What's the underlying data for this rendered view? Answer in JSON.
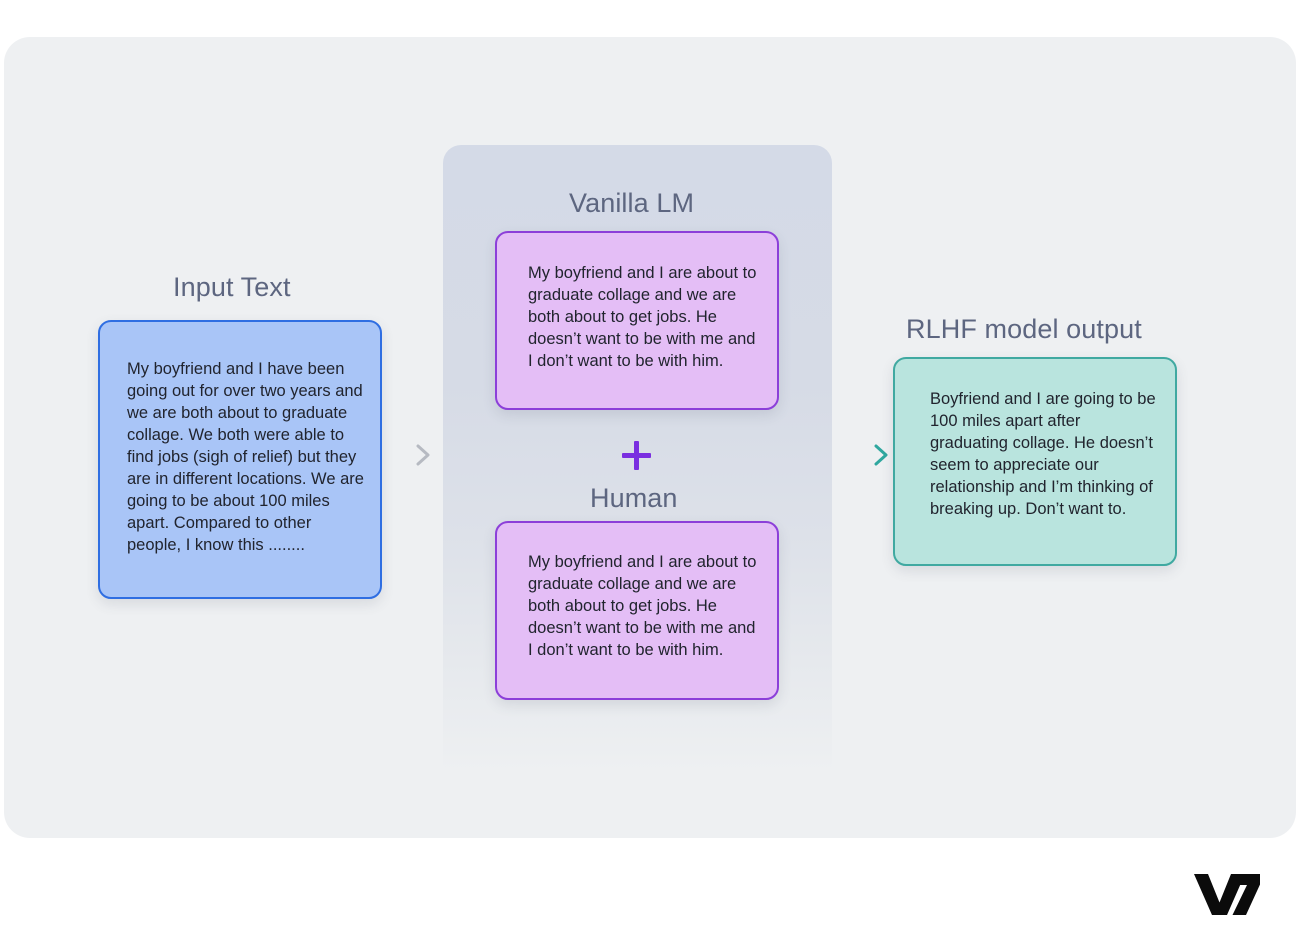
{
  "canvas": {
    "background": "#ffffff",
    "panel_background": "#eef0f2"
  },
  "colors": {
    "heading": "#5d6680",
    "body_text": "#21242e",
    "input_fill": "#a9c5f7",
    "input_border": "#2f6ee2",
    "model_fill": "#e4bef6",
    "model_border": "#8c3fd9",
    "output_fill": "#b9e4de",
    "output_border": "#40a9a1",
    "plus": "#7a2ee0",
    "mid_panel": "#d4dae7",
    "logo": "#0b0b0b"
  },
  "stages": {
    "input": {
      "heading": "Input Text",
      "text": "My boyfriend and I have been going out for over two years and we are both about to graduate collage. We both were able to find jobs (sigh of relief) but they are in different locations. We are going to be about 100 miles apart. Compared to other people, I know this ........"
    },
    "vanilla": {
      "heading": "Vanilla LM",
      "text": "My boyfriend and I are about to graduate collage and we are both about to get jobs. He doesn’t want to be with me and I don’t want to be with him."
    },
    "combiner": {
      "symbol": "+",
      "icon": "plus-icon"
    },
    "human": {
      "heading": "Human",
      "text": "My boyfriend and I are about to graduate collage and we are both about to get jobs. He doesn’t want to be with me and I don’t want to be with him."
    },
    "output": {
      "heading": "RLHF model output",
      "text": "Boyfriend and I are going to be 100 miles apart after graduating collage. He doesn’t seem to appreciate our relationship and I’m thinking of breaking up. Don’t want to."
    }
  },
  "connectors": [
    {
      "name": "arrow-input-to-model",
      "icon": "arrow-right-icon",
      "from": "input",
      "to": "vanilla-human",
      "gradient_from": "#2f6ee2",
      "gradient_to": "#b8bcc4"
    },
    {
      "name": "arrow-model-to-output",
      "icon": "arrow-right-icon",
      "from": "vanilla-human",
      "to": "output",
      "gradient_from": "#c7cbd2",
      "gradient_to": "#2fa79f"
    }
  ],
  "branding": {
    "logo_text": "V7"
  }
}
